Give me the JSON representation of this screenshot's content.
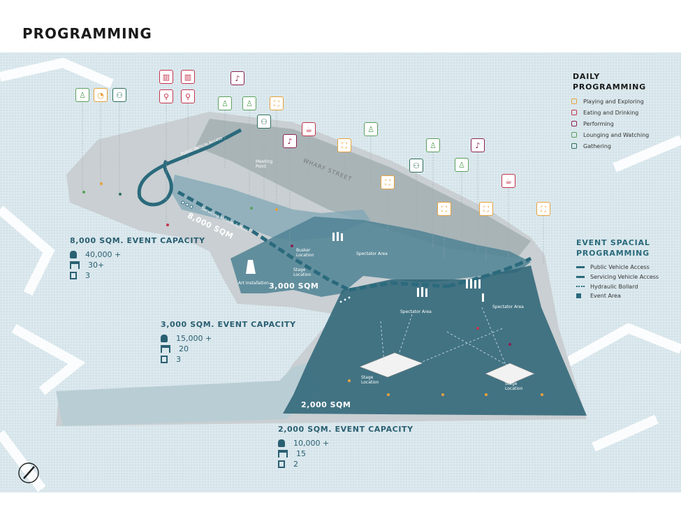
{
  "title": "PROGRAMMING",
  "daily": {
    "title_line1": "DAILY",
    "title_line2": "PROGRAMMING",
    "items": [
      {
        "label": "Playing and Exploring",
        "color": "#e8a23a"
      },
      {
        "label": "Eating and Drinking",
        "color": "#c4334c"
      },
      {
        "label": "Performing",
        "color": "#8b2153"
      },
      {
        "label": "Lounging and Watching",
        "color": "#5aa05c"
      },
      {
        "label": "Gathering",
        "color": "#2e6e5a"
      }
    ]
  },
  "event": {
    "title_line1": "EVENT SPACIAL",
    "title_line2": "PROGRAMMING",
    "items": [
      {
        "label": "Public Vehicle Access"
      },
      {
        "label": "Servicing Vehicle Access"
      },
      {
        "label": "Hydraulic Bollard"
      },
      {
        "label": "Event Area"
      }
    ],
    "color": "#2a6a7c"
  },
  "capacities": [
    {
      "title": "8,000 SQM. EVENT CAPACITY",
      "people": "40,000 +",
      "shelters": "30+",
      "third": "3"
    },
    {
      "title": "3,000 SQM. EVENT CAPACITY",
      "people": "15,000 +",
      "shelters": "20",
      "third": "3"
    },
    {
      "title": "2,000 SQM. EVENT CAPACITY",
      "people": "10,000 +",
      "shelters": "15",
      "third": "2"
    }
  ],
  "map": {
    "area_8000": "8,000 SQM",
    "area_3000": "3,000 SQM",
    "area_2000": "2,000 SQM",
    "street": "WHARF STREET",
    "public_vehicle": "Public Vehicle Access",
    "servicing_vehicle": "Servicing Vehicle Access",
    "meeting_point_1": "Meeting",
    "meeting_point_2": "Point",
    "busker_1": "Busker",
    "busker_2": "Location",
    "spectator_1": "Spectator Area",
    "spectator_2": "Spectator Area",
    "spectator_3": "Spectator Area",
    "stage_1a": "Stage",
    "stage_1b": "Location",
    "stage_2a": "Stage",
    "stage_2b": "Location",
    "stage_3a": "Stage",
    "stage_3b": "Location",
    "art": "Art Installation"
  },
  "program_icons": [
    {
      "name": "lounging-icon",
      "category": "Lounging and Watching",
      "glyph": "♙"
    },
    {
      "name": "playing-icon",
      "category": "Playing and Exploring",
      "glyph": "◔"
    },
    {
      "name": "gathering-icon",
      "category": "Gathering",
      "glyph": "⚇"
    },
    {
      "name": "drink-icon",
      "category": "Eating and Drinking",
      "glyph": "🍺"
    },
    {
      "name": "dining-icon",
      "category": "Eating and Drinking",
      "glyph": "🍴"
    },
    {
      "name": "performing-icon",
      "category": "Performing",
      "glyph": "♪"
    },
    {
      "name": "coffee-icon",
      "category": "Eating and Drinking",
      "glyph": "☕"
    },
    {
      "name": "swing-icon",
      "category": "Playing and Exploring",
      "glyph": "⛶"
    }
  ]
}
